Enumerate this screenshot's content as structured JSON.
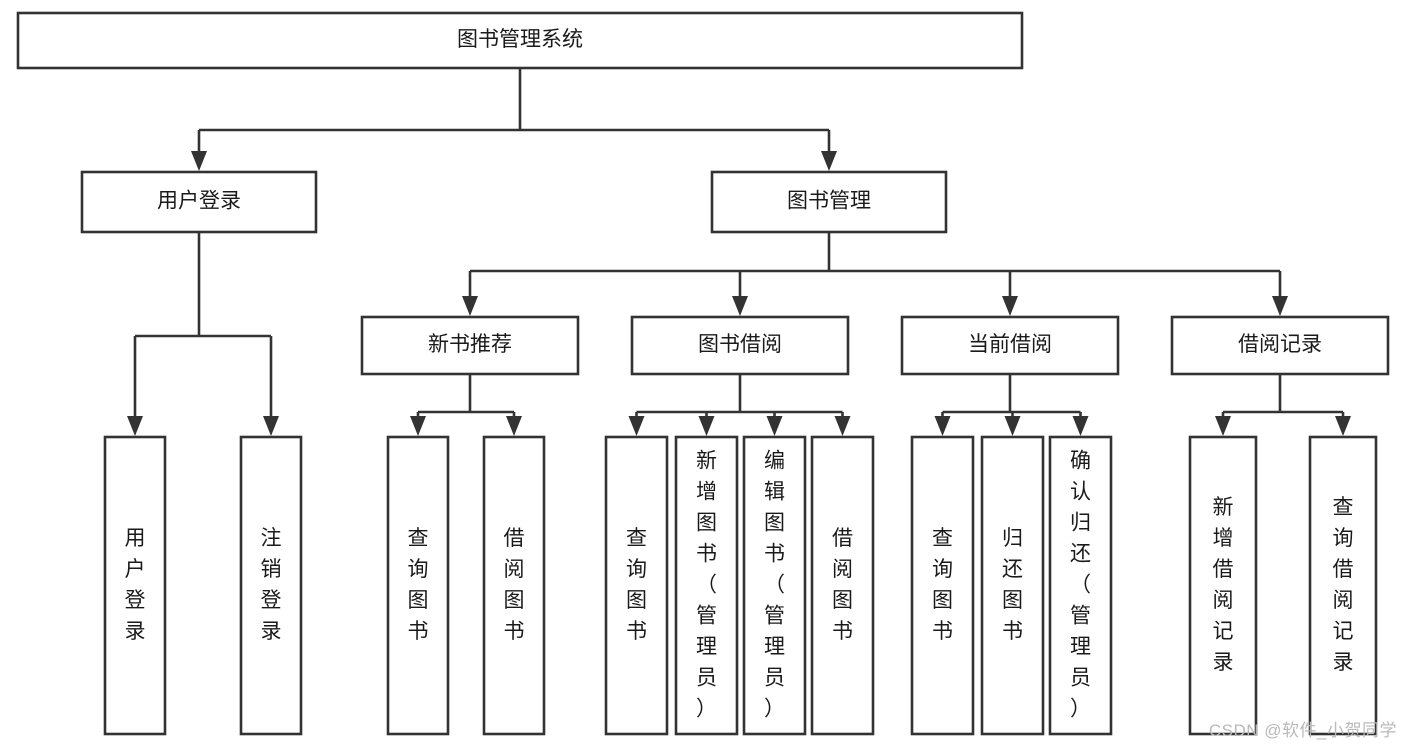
{
  "diagram": {
    "type": "tree-hierarchy-chart",
    "title": "图书管理系统",
    "orientation": "top-down",
    "colors": {
      "box_fill": "#ffffff",
      "box_stroke": "#333333",
      "text": "#1a1a1a",
      "background": "#ffffff",
      "watermark": "#b9b9b9"
    },
    "levels": [
      {
        "level": 1,
        "nodes": [
          {
            "id": "root",
            "label": "图书管理系统",
            "text_orientation": "horizontal"
          }
        ]
      },
      {
        "level": 2,
        "nodes": [
          {
            "id": "login",
            "label": "用户登录",
            "text_orientation": "horizontal",
            "parent": "root"
          },
          {
            "id": "bookmgmt",
            "label": "图书管理",
            "text_orientation": "horizontal",
            "parent": "root"
          }
        ]
      },
      {
        "level": 3,
        "nodes": [
          {
            "id": "newbook",
            "label": "新书推荐",
            "text_orientation": "horizontal",
            "parent": "bookmgmt"
          },
          {
            "id": "borrow",
            "label": "图书借阅",
            "text_orientation": "horizontal",
            "parent": "bookmgmt"
          },
          {
            "id": "current",
            "label": "当前借阅",
            "text_orientation": "horizontal",
            "parent": "bookmgmt"
          },
          {
            "id": "records",
            "label": "借阅记录",
            "text_orientation": "horizontal",
            "parent": "bookmgmt"
          }
        ]
      },
      {
        "level": 4,
        "nodes": [
          {
            "id": "leaf1",
            "label": "用户登录",
            "text_orientation": "vertical",
            "parent": "login"
          },
          {
            "id": "leaf2",
            "label": "注销登录",
            "text_orientation": "vertical",
            "parent": "login"
          },
          {
            "id": "leaf3",
            "label": "查询图书",
            "text_orientation": "vertical",
            "parent": "newbook"
          },
          {
            "id": "leaf4",
            "label": "借阅图书",
            "text_orientation": "vertical",
            "parent": "newbook"
          },
          {
            "id": "leaf5",
            "label": "查询图书",
            "text_orientation": "vertical",
            "parent": "borrow"
          },
          {
            "id": "leaf6",
            "label": "新增图书（管理员）",
            "text_orientation": "vertical",
            "parent": "borrow"
          },
          {
            "id": "leaf7",
            "label": "编辑图书（管理员）",
            "text_orientation": "vertical",
            "parent": "borrow"
          },
          {
            "id": "leaf8",
            "label": "借阅图书",
            "text_orientation": "vertical",
            "parent": "borrow"
          },
          {
            "id": "leaf9",
            "label": "查询图书",
            "text_orientation": "vertical",
            "parent": "current"
          },
          {
            "id": "leaf10",
            "label": "归还图书",
            "text_orientation": "vertical",
            "parent": "current"
          },
          {
            "id": "leaf11",
            "label": "确认归还（管理员）",
            "text_orientation": "vertical",
            "parent": "current"
          },
          {
            "id": "leaf12",
            "label": "新增借阅记录",
            "text_orientation": "vertical",
            "parent": "records"
          },
          {
            "id": "leaf13",
            "label": "查询借阅记录",
            "text_orientation": "vertical",
            "parent": "records"
          }
        ]
      }
    ]
  },
  "watermark": {
    "text": "CSDN @软件_小贺同学"
  }
}
